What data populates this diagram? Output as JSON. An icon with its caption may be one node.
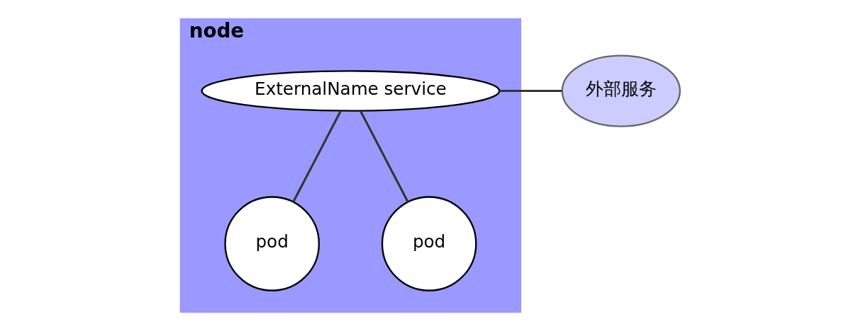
{
  "diagram": {
    "nodes": [
      {
        "text": [
          "node"
        ]
      },
      {
        "text": [
          "ExternalName service"
        ],
        "in": 0
      },
      {
        "text": [
          "pod"
        ],
        "in": 0
      },
      {
        "text": [
          "pod"
        ],
        "in": 0
      },
      {
        "text": [
          "外部服务"
        ]
      }
    ],
    "edges": [
      {
        "from": 1,
        "to": 2,
        "arrow": "none"
      },
      {
        "from": 1,
        "to": 3,
        "arrow": "none"
      },
      {
        "from": 1,
        "to": 4,
        "arrow": "none"
      }
    ]
  }
}
